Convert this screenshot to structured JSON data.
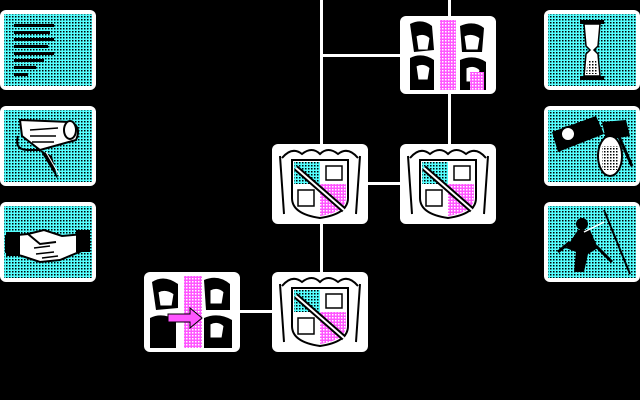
{
  "screen": {
    "type": "strategy-map",
    "palette": {
      "background": "#000000",
      "tile": "#ffffff",
      "ink": "#000000",
      "cyan": "#55ffff",
      "magenta": "#ff55ff"
    }
  },
  "menu": {
    "left": [
      {
        "id": "statistics",
        "icon": "bar-list-icon"
      },
      {
        "id": "documents",
        "icon": "scroll-pen-icon"
      },
      {
        "id": "negotiate",
        "icon": "handshake-icon"
      }
    ],
    "right": [
      {
        "id": "time",
        "icon": "hourglass-icon"
      },
      {
        "id": "spy",
        "icon": "spy-icon"
      },
      {
        "id": "military",
        "icon": "soldier-icon"
      }
    ]
  },
  "board": {
    "nodes": [
      {
        "id": "people-top",
        "icon": "people-icon"
      },
      {
        "id": "crest-center",
        "icon": "crest-icon"
      },
      {
        "id": "crest-right",
        "icon": "crest-icon"
      },
      {
        "id": "crest-bottom",
        "icon": "crest-icon"
      },
      {
        "id": "people-arrow",
        "icon": "people-arrow-icon"
      }
    ]
  }
}
